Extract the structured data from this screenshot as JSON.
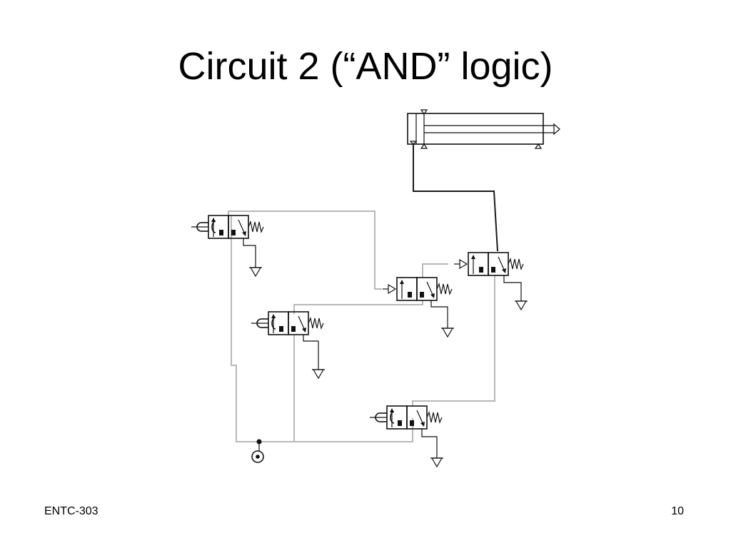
{
  "slide": {
    "title": "Circuit 2 (“AND” logic)",
    "footer_left": "ENTC-303",
    "page_number": "10"
  },
  "diagram": {
    "colors": {
      "symbol": "#111111",
      "dark_line": "#1a1a1a",
      "gray_line": "#b8b8b8",
      "background": "#ffffff"
    }
  }
}
